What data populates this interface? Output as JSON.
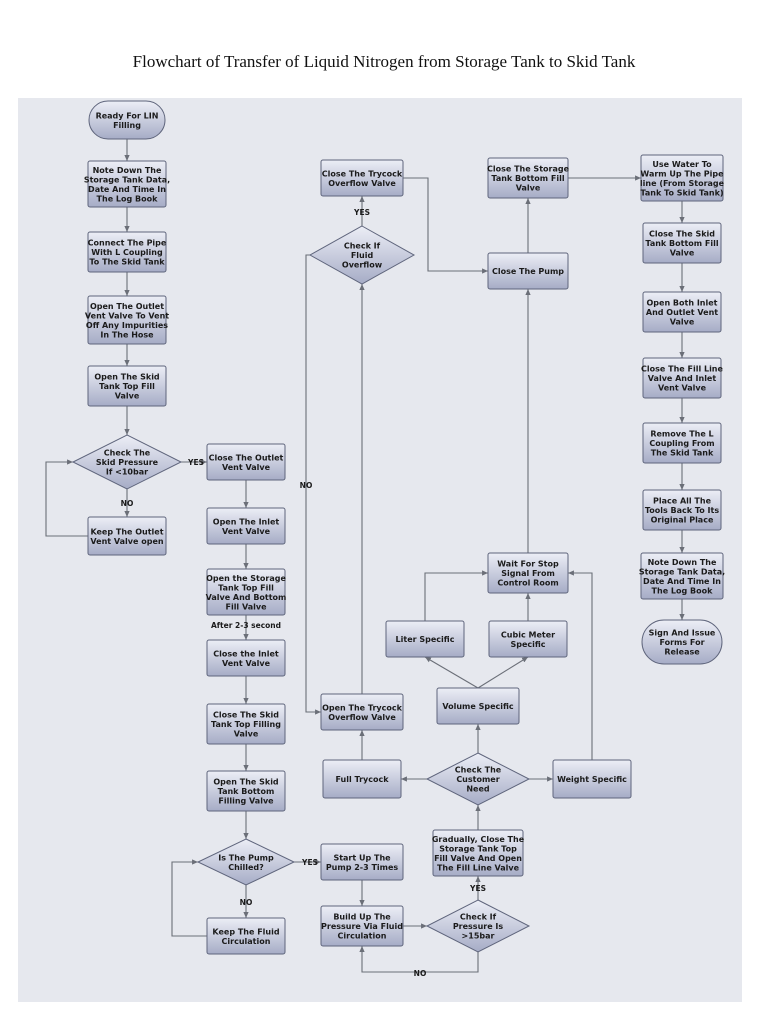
{
  "title": "Flowchart of Transfer of Liquid Nitrogen from Storage Tank to Skid Tank",
  "colors": {
    "node_top": "#eceef6",
    "node_bottom": "#a6acc6",
    "node_border": "#5f657c",
    "line": "#6b6f78"
  },
  "nodes": {
    "start": {
      "lines": [
        "Ready For LIN",
        "Filling"
      ]
    },
    "note1": {
      "lines": [
        "Note Down The",
        "Storage Tank Data,",
        "Date And Time In",
        "The Log Book"
      ]
    },
    "connect": {
      "lines": [
        "Connect The Pipe",
        "With L Coupling",
        "To The Skid Tank"
      ]
    },
    "openoutlet": {
      "lines": [
        "Open The Outlet",
        "Vent Valve To Vent",
        "Off Any Impurities",
        "In The Hose"
      ]
    },
    "opentop": {
      "lines": [
        "Open The Skid",
        "Tank Top Fill",
        "Valve"
      ]
    },
    "checkpressure": {
      "lines": [
        "Check The",
        "Skid Pressure",
        "If <10bar"
      ]
    },
    "keepoutlet": {
      "lines": [
        "Keep The Outlet",
        "Vent Valve open"
      ]
    },
    "closeoutlet": {
      "lines": [
        "Close The Outlet",
        "Vent Valve"
      ]
    },
    "openinlet": {
      "lines": [
        "Open The Inlet",
        "Vent Valve"
      ]
    },
    "openstorage": {
      "lines": [
        "Open the Storage",
        "Tank Top Fill",
        "Valve And Bottom",
        "Fill Valve"
      ]
    },
    "closeinlet": {
      "lines": [
        "Close the Inlet",
        "Vent Valve"
      ]
    },
    "closeskidtop": {
      "lines": [
        "Close The Skid",
        "Tank Top Filling",
        "Valve"
      ]
    },
    "openskidbottom": {
      "lines": [
        "Open The Skid",
        "Tank Bottom",
        "Filling Valve"
      ]
    },
    "pumpchilled": {
      "lines": [
        "Is The Pump",
        "Chilled?"
      ]
    },
    "keepfluid": {
      "lines": [
        "Keep The Fluid",
        "Circulation"
      ]
    },
    "startpump": {
      "lines": [
        "Start Up The",
        "Pump 2-3 Times"
      ]
    },
    "buildpressure": {
      "lines": [
        "Build Up The",
        "Pressure Via Fluid",
        "Circulation"
      ]
    },
    "check15": {
      "lines": [
        "Check If",
        "Pressure Is",
        ">15bar"
      ]
    },
    "gradually": {
      "lines": [
        "Gradually, Close The",
        "Storage Tank Top",
        "Fill Valve And Open",
        "The Fill Line Valve"
      ]
    },
    "checkcustomer": {
      "lines": [
        "Check The",
        "Customer",
        "Need"
      ]
    },
    "fulltrycock": {
      "lines": [
        "Full Trycock"
      ]
    },
    "weight": {
      "lines": [
        "Weight Specific"
      ]
    },
    "volume": {
      "lines": [
        "Volume Specific"
      ]
    },
    "liter": {
      "lines": [
        "Liter Specific"
      ]
    },
    "cubic": {
      "lines": [
        "Cubic Meter",
        "Specific"
      ]
    },
    "waitstop": {
      "lines": [
        "Wait For Stop",
        "Signal From",
        "Control Room"
      ]
    },
    "opentrycock": {
      "lines": [
        "Open The Trycock",
        "Overflow Valve"
      ]
    },
    "checkoverflow": {
      "lines": [
        "Check If",
        "Fluid",
        "Overflow"
      ]
    },
    "closetrycock": {
      "lines": [
        "Close The Trycock",
        "Overflow Valve"
      ]
    },
    "closepump": {
      "lines": [
        "Close The Pump"
      ]
    },
    "closestoragebottom": {
      "lines": [
        "Close The Storage",
        "Tank Bottom Fill",
        "Valve"
      ]
    },
    "usewater": {
      "lines": [
        "Use Water To",
        "Warm Up The Pipe",
        "line (From Storage",
        "Tank To Skid Tank)"
      ]
    },
    "closeskidbottom": {
      "lines": [
        "Close The Skid",
        "Tank Bottom Fill",
        "Valve"
      ]
    },
    "openboth": {
      "lines": [
        "Open Both Inlet",
        "And Outlet Vent",
        "Valve"
      ]
    },
    "closefill": {
      "lines": [
        "Close The Fill Line",
        "Valve And Inlet",
        "Vent Valve"
      ]
    },
    "removel": {
      "lines": [
        "Remove The L",
        "Coupling From",
        "The Skid Tank"
      ]
    },
    "placetools": {
      "lines": [
        "Place All The",
        "Tools Back To Its",
        "Original Place"
      ]
    },
    "note2": {
      "lines": [
        "Note Down The",
        "Storage Tank Data,",
        "Date And Time In",
        "The Log Book"
      ]
    },
    "sign": {
      "lines": [
        "Sign And Issue",
        "Forms For",
        "Release"
      ]
    }
  },
  "edge_labels": {
    "yes_pressure": "YES",
    "no_pressure": "NO",
    "after_delay": "After 2-3 second",
    "yes_pump": "YES",
    "no_pump": "NO",
    "yes_15bar": "YES",
    "no_15bar": "NO",
    "yes_overflow": "YES",
    "no_overflow": "NO"
  }
}
